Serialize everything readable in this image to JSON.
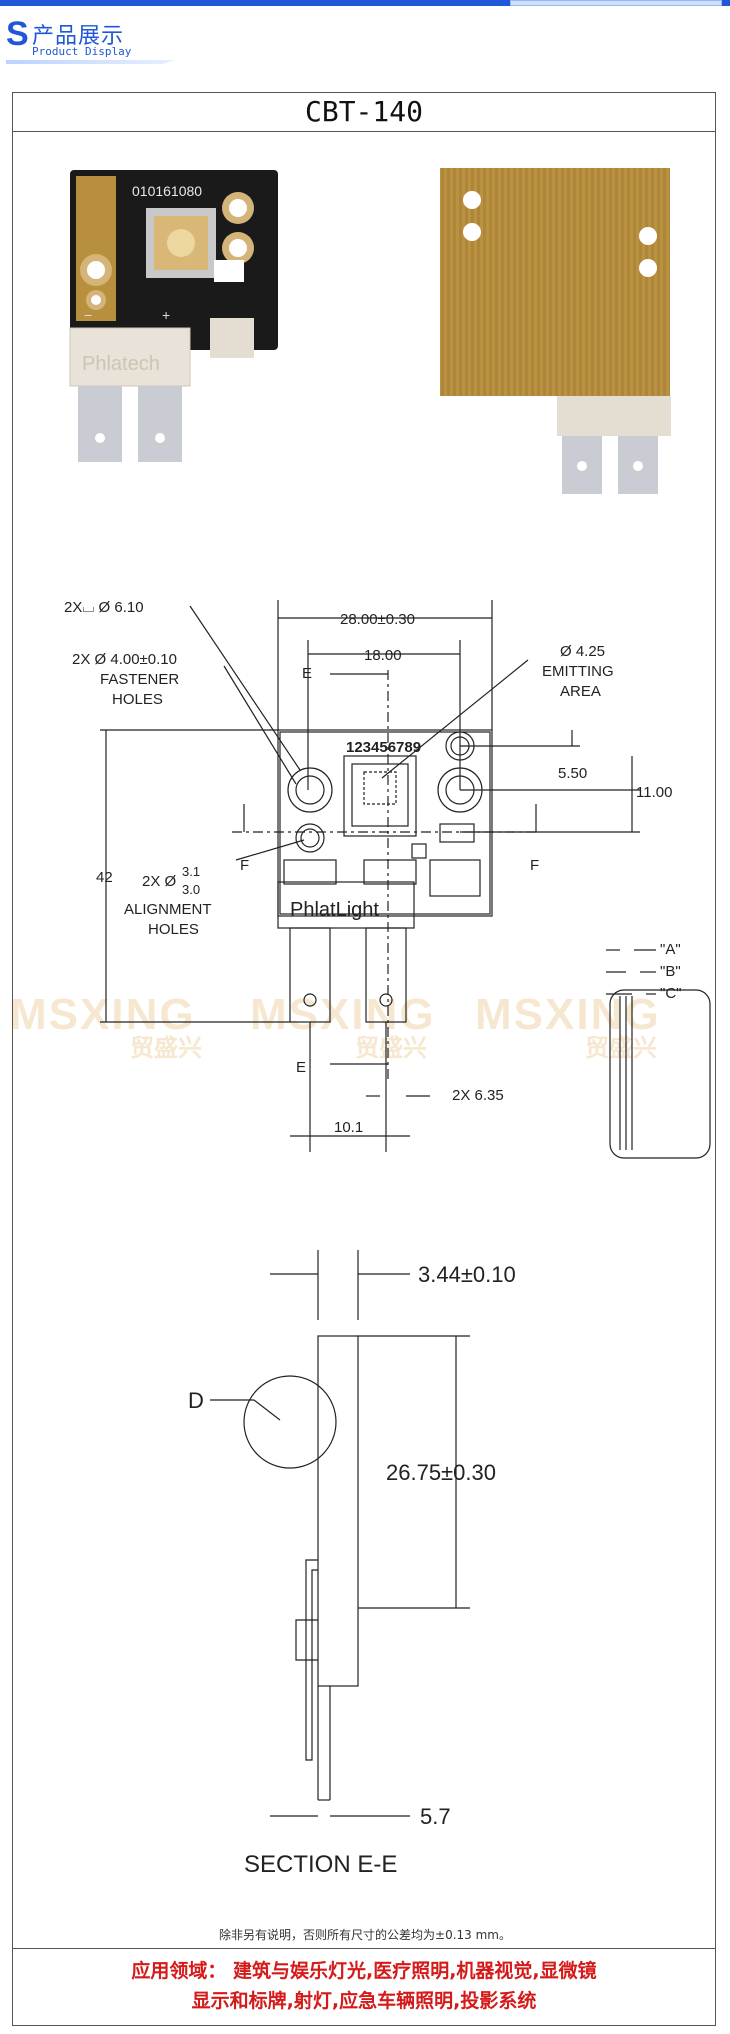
{
  "header": {
    "brand_letter": "S",
    "brand_cn": "产品展示",
    "brand_en": "Product Display"
  },
  "product": {
    "title": "CBT-140",
    "front_photo": {
      "serial": "010161080",
      "logo": "Phlatech",
      "minus": "−",
      "plus": "+"
    }
  },
  "drawing": {
    "top_view": {
      "fastener_label_line1": "2X Ø 4.00±0.10",
      "fastener_label_line2": "FASTENER",
      "fastener_label_line3": "HOLES",
      "counterbore_label": "2X⌴ Ø 6.10",
      "width_overall": "28.00±0.30",
      "width_hole_spacing": "18.00",
      "emitting_line1": "Ø 4.25",
      "emitting_line2": "EMITTING",
      "emitting_line3": "AREA",
      "serial_printed": "123456789",
      "dim_550": "5.50",
      "dim_1100": "11.00",
      "height_overall": "42",
      "align_label_prefix": "2X Ø",
      "align_upper": "3.1",
      "align_lower": "3.0",
      "align_line2": "ALIGNMENT",
      "align_line3": "HOLES",
      "logo": "PhlatLight",
      "section_e": "E",
      "section_f": "F",
      "tab_width": "2X 6.35",
      "tab_spacing": "10.1",
      "a_label": "\"A\"",
      "b_label": "\"B\"",
      "c_label": "\"C\""
    },
    "section_view": {
      "thickness": "3.44±0.10",
      "detail": "D",
      "height": "26.75±0.30",
      "tab": "5.7",
      "caption": "SECTION E-E"
    }
  },
  "watermark": {
    "text": "MSXING",
    "cn": "贸盛兴"
  },
  "note": "除非另有说明，否则所有尺寸的公差均为±0.13 mm。",
  "applications": {
    "line1": "应用领域：  建筑与娱乐灯光,医疗照明,机器视觉,显微镜",
    "line2": "显示和标牌,射灯,应急车辆照明,投影系统"
  },
  "colors": {
    "accent": "#1f57d8",
    "application_text": "#d51a1a",
    "board_black": "#1a1a1a",
    "copper": "#b88f3f"
  }
}
